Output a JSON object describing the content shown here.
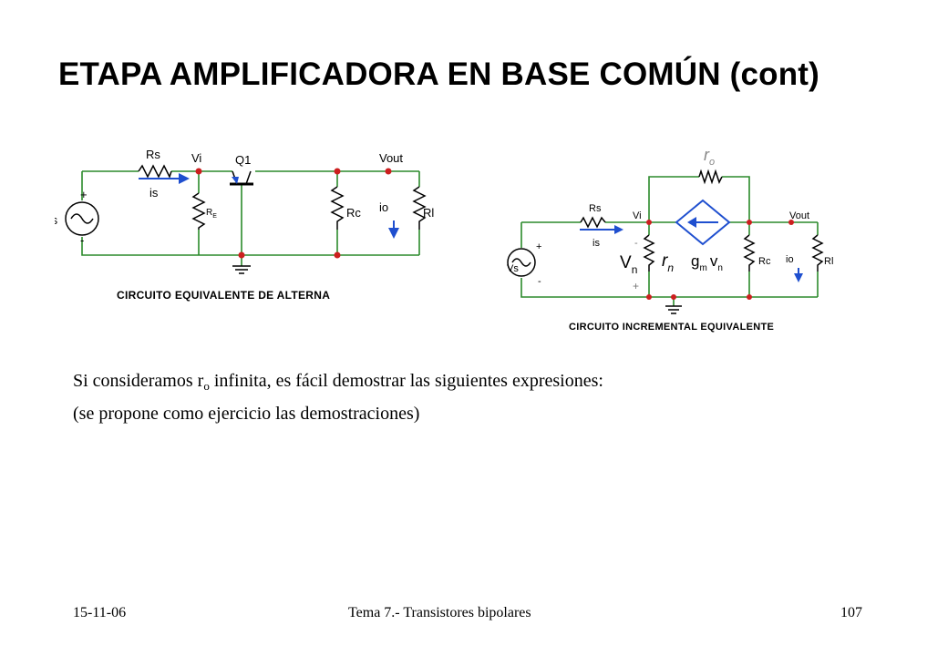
{
  "slide": {
    "title": "ETAPA AMPLIFICADORA EN BASE COMÚN (cont)"
  },
  "left_circuit": {
    "labels": {
      "rs": "Rs",
      "vi": "Vi",
      "q1": "Q1",
      "vout": "Vout",
      "is": "is",
      "vs": "Vs",
      "re_main": "R",
      "re_sub": "E",
      "rc": "Rc",
      "io": "io",
      "rl": "Rl"
    },
    "caption": "CIRCUITO EQUIVALENTE DE ALTERNA"
  },
  "right_circuit": {
    "labels": {
      "ro_main": "r",
      "ro_sub": "o",
      "rs": "Rs",
      "vi": "Vi",
      "vout": "Vout",
      "is": "is",
      "vs": "Vs",
      "minus": "-",
      "plus": "+",
      "vn_main": "V",
      "vn_sub": "n",
      "rn_main": "r",
      "rn_sub": "n",
      "gm_main": "g",
      "gm_sub": "m",
      "gvn_main": "v",
      "gvn_sub": "n",
      "rc": "Rc",
      "io": "io",
      "rl": "Rl"
    },
    "caption": "CIRCUITO INCREMENTAL EQUIVALENTE"
  },
  "body": {
    "line1_pre": "Si consideramos r",
    "line1_sub": "o",
    "line1_post": " infinita, es fácil demostrar las siguientes expresiones:",
    "line2": "(se propone como ejercicio las demostraciones)"
  },
  "footer": {
    "date": "15-11-06",
    "topic": "Tema 7.- Transistores bipolares",
    "page": "107"
  }
}
